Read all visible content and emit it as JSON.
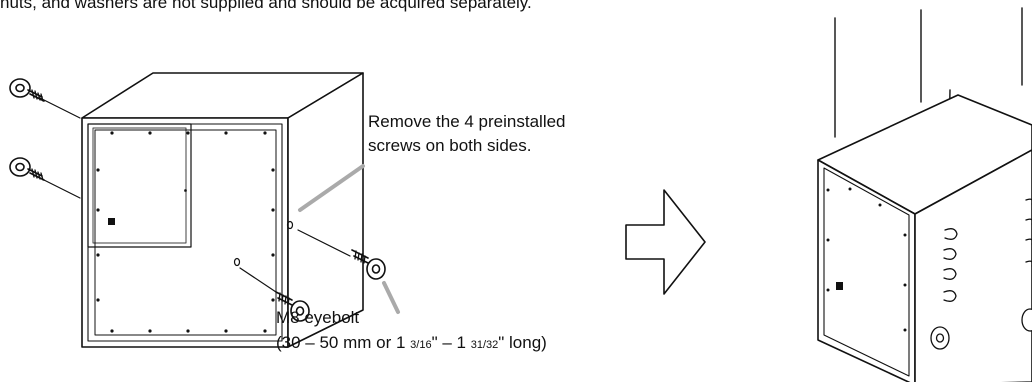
{
  "top_note": "nuts, and washers are not supplied and should be acquired separately.",
  "callout_remove": {
    "line1": "Remove the 4 preinstalled",
    "line2": "screws on both sides."
  },
  "callout_eyebolt": {
    "line1": "M8 eyebolt",
    "line2_a": "(30 – 50 mm or 1 ",
    "line2_frac1": "3/16",
    "line2_b": "\" – 1 ",
    "line2_frac2": "31/32",
    "line2_c": "\" long)"
  },
  "icons": [
    "speaker-cabinet-icon",
    "eyebolt-icon",
    "arrow-right-icon",
    "suspended-speaker-icon",
    "suspension-wire-icon"
  ]
}
